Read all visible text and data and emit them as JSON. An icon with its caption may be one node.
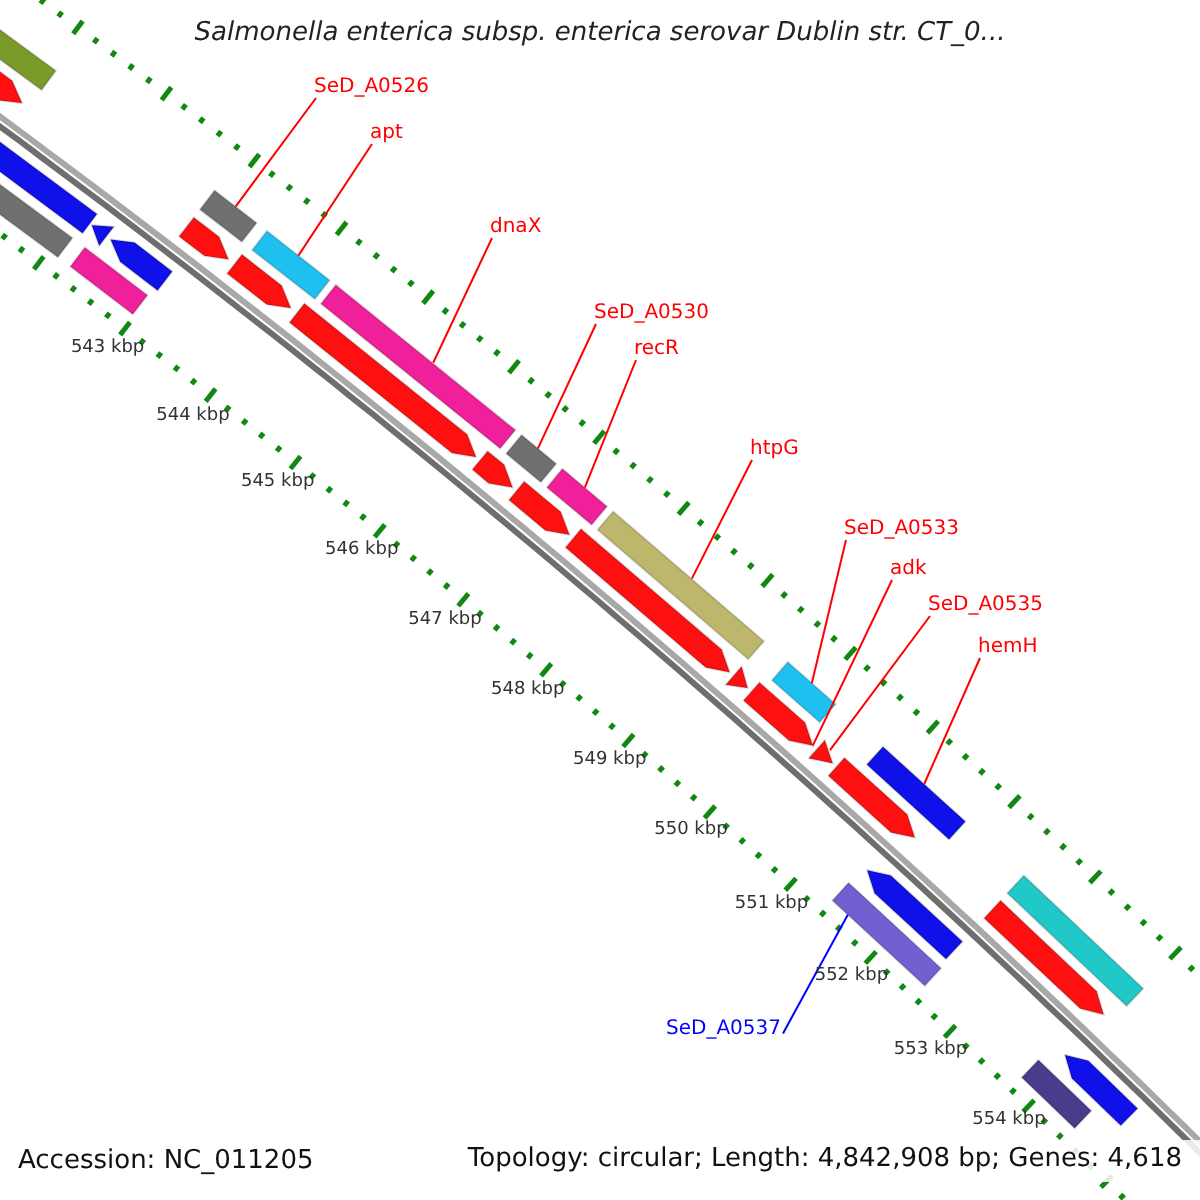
{
  "diagram": {
    "title": "Salmonella enterica subsp. enterica serovar Dublin str. CT_0...",
    "nodes": [
      {
        "text": [
          "SeD_A0526"
        ]
      },
      {
        "text": [
          "apt"
        ]
      },
      {
        "text": [
          "dnaX"
        ]
      },
      {
        "text": [
          "SeD_A0530"
        ]
      },
      {
        "text": [
          "recR"
        ]
      },
      {
        "text": [
          "htpG"
        ]
      },
      {
        "text": [
          "SeD_A0533"
        ]
      },
      {
        "text": [
          "adk"
        ]
      },
      {
        "text": [
          "SeD_A0535"
        ]
      },
      {
        "text": [
          "hemH"
        ]
      },
      {
        "text": [
          "SeD_A0537"
        ]
      },
      {
        "text": [],
        "shape": "bar"
      },
      {
        "text": [],
        "shape": "bar"
      },
      {
        "text": [],
        "shape": "bar"
      },
      {
        "text": [],
        "shape": "bar"
      },
      {
        "text": [],
        "shape": "bar"
      },
      {
        "text": [],
        "shape": "bar"
      },
      {
        "text": [],
        "shape": "bar"
      },
      {
        "text": [],
        "shape": "arrow"
      },
      {
        "text": [],
        "shape": "arrow"
      },
      {
        "text": [],
        "shape": "bar"
      },
      {
        "text": [],
        "shape": "bar"
      },
      {
        "text": [],
        "shape": "bar"
      },
      {
        "text": [],
        "shape": "bar"
      },
      {
        "text": [],
        "shape": "arrow"
      },
      {
        "text": [],
        "shape": "arrow"
      },
      {
        "text": [],
        "shape": "arrow"
      },
      {
        "text": [],
        "shape": "arrow"
      },
      {
        "text": [],
        "shape": "arrow"
      },
      {
        "text": [],
        "shape": "arrow"
      },
      {
        "text": [],
        "shape": "arrow"
      },
      {
        "text": [],
        "shape": "arrow"
      },
      {
        "text": [],
        "shape": "arrow"
      },
      {
        "text": [],
        "shape": "arrow"
      },
      {
        "text": [],
        "shape": "arrow"
      },
      {
        "text": [],
        "shape": "arrow"
      },
      {
        "text": [],
        "shape": "arrow"
      },
      {
        "text": [],
        "shape": "arrow"
      },
      {
        "text": [],
        "shape": "arrow"
      },
      {
        "text": [],
        "shape": "bar"
      },
      {
        "text": [],
        "shape": "bar"
      },
      {
        "text": [],
        "shape": "bar"
      }
    ],
    "edges": [
      {
        "from": 0,
        "to": 11,
        "arrow": "none"
      },
      {
        "from": 1,
        "to": 12,
        "arrow": "none"
      },
      {
        "from": 2,
        "to": 13,
        "arrow": "none"
      },
      {
        "from": 3,
        "to": 14,
        "arrow": "none"
      },
      {
        "from": 4,
        "to": 15,
        "arrow": "none"
      },
      {
        "from": 5,
        "to": 16,
        "arrow": "none"
      },
      {
        "from": 6,
        "to": 17,
        "arrow": "none"
      },
      {
        "from": 7,
        "to": 18,
        "arrow": "none"
      },
      {
        "from": 8,
        "to": 19,
        "arrow": "none"
      },
      {
        "from": 9,
        "to": 20,
        "arrow": "none"
      },
      {
        "from": 10,
        "to": 21,
        "arrow": "none",
        "color": "#0000ff"
      }
    ],
    "labels": [
      "543 kbp",
      "544 kbp",
      "545 kbp",
      "546 kbp",
      "547 kbp",
      "548 kbp",
      "549 kbp",
      "550 kbp",
      "551 kbp",
      "552 kbp",
      "553 kbp",
      "554 kbp",
      "Accession: NC_011205",
      "Topology: circular; Length: 4,842,908 bp; Genes: 4,618"
    ]
  }
}
